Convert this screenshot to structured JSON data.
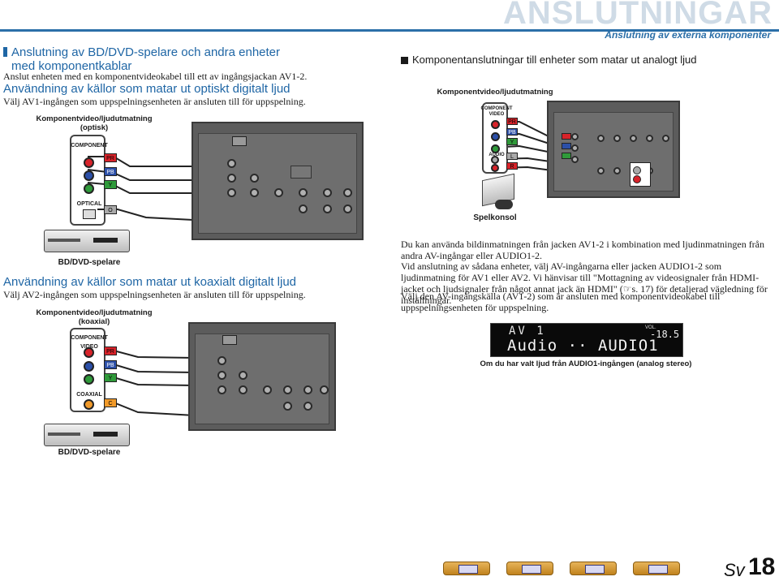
{
  "header": {
    "chapter_title": "ANSLUTNINGAR",
    "chapter_subtitle": "Anslutning av externa komponenter"
  },
  "left": {
    "section_title": "Anslutning av BD/DVD-spelare och andra enheter med komponentkablar",
    "section_intro": "Anslut enheten med en komponentvideokabel till ett av ingångsjackan AV1-2.",
    "optical": {
      "heading": "Användning av källor som matar ut optiskt digitalt ljud",
      "text": "Välj AV1-ingången som uppspelningsenheten är ansluten till för uppspelning.",
      "source_label": "Komponentvideo/ljudutmatning\n(optisk)",
      "panel_label": "COMPONENT",
      "optical_label": "OPTICAL",
      "device_label": "BD/DVD-spelare",
      "plug_labels": [
        "PR",
        "PB",
        "Y",
        "O"
      ]
    },
    "coaxial": {
      "heading": "Användning av källor som matar ut koaxialt digitalt ljud",
      "text": "Välj AV2-ingången som uppspelningsenheten är ansluten till för uppspelning.",
      "source_label": "Komponentvideo/ljudutmatning\n(koaxial)",
      "panel_label": "COMPONENT\nVIDEO",
      "coax_label": "COAXIAL",
      "device_label": "BD/DVD-spelare",
      "plug_labels": [
        "PR",
        "PB",
        "Y",
        "C"
      ]
    }
  },
  "right": {
    "section_title": "Komponentanslutningar till enheter som matar ut analogt ljud",
    "source_label": "Komponentvideo/ljudutmatning",
    "panel_label": "COMPONENT\nVIDEO",
    "audio_label": "AUDIO",
    "device_label": "Spelkonsol",
    "plug_labels": [
      "PR",
      "PB",
      "Y",
      "L",
      "R"
    ],
    "paragraphs": [
      "Du kan använda bildinmatningen från jacken AV1-2 i kombination med ljudinmatningen från andra AV-ingångar eller AUDIO1-2.",
      "Vid anslutning av sådana enheter, välj AV-ingångarna eller jacken AUDIO1-2 som ljudinmatning för AV1 eller AV2. Vi hänvisar till \"Mottagning av videosignaler från HDMI-jacket och ljudsignaler från något annat jack än HDMI\" (☞s. 17) för detaljerad vägledning för inställningar.",
      "Välj den AV-ingångskälla (AV1-2) som är ansluten med komponentvideokabel till uppspelningsenheten för uppspelning."
    ],
    "display": {
      "line1": "AV 1",
      "line2": "Audio ·· AUDIO1",
      "vol_label": "VOL.",
      "vol_value": "-18.5",
      "caption": "Om du har valt ljud från AUDIO1-ingången (analog stereo)"
    }
  },
  "footer": {
    "lang": "Sv",
    "page": "18"
  },
  "colors": {
    "accent_blue": "#1f66a5",
    "header_watermark": "#cfdbe6",
    "nav_orange": "#d79a3a"
  }
}
